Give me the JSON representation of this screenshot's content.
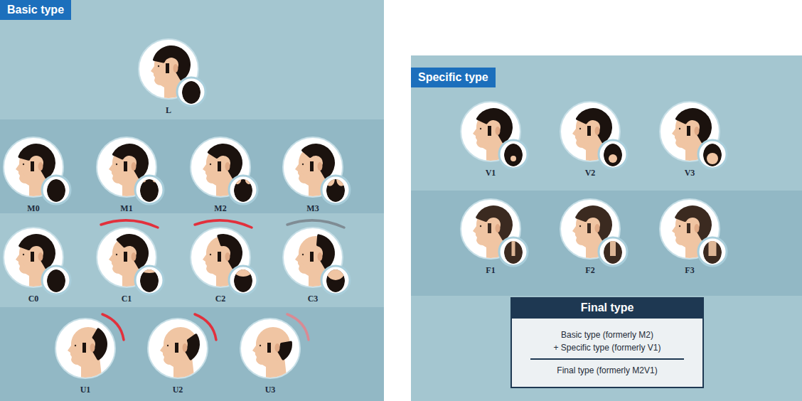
{
  "diagram": {
    "nodes": [
      {
        "text": [
          "Basic type"
        ]
      },
      {
        "text": [
          "L"
        ],
        "in": 0
      },
      {
        "text": [
          "M0"
        ],
        "in": 0
      },
      {
        "text": [
          "M1"
        ],
        "in": 0
      },
      {
        "text": [
          "M2"
        ],
        "in": 0
      },
      {
        "text": [
          "M3"
        ],
        "in": 0
      },
      {
        "text": [
          "C0"
        ],
        "in": 0
      },
      {
        "text": [
          "C1"
        ],
        "in": 0
      },
      {
        "text": [
          "C2"
        ],
        "in": 0
      },
      {
        "text": [
          "C3"
        ],
        "in": 0
      },
      {
        "text": [
          "U1"
        ],
        "in": 0
      },
      {
        "text": [
          "U2"
        ],
        "in": 0
      },
      {
        "text": [
          "U3"
        ],
        "in": 0
      },
      {
        "text": [
          "Specific type"
        ]
      },
      {
        "text": [
          "V1"
        ],
        "in": 13
      },
      {
        "text": [
          "V2"
        ],
        "in": 13
      },
      {
        "text": [
          "V3"
        ],
        "in": 13
      },
      {
        "text": [
          "F1"
        ],
        "in": 13
      },
      {
        "text": [
          "F2"
        ],
        "in": 13
      },
      {
        "text": [
          "F3"
        ],
        "in": 13
      },
      {
        "text": [
          "Final type",
          "Basic type (formerly M2)",
          "+ Specific type (formerly V1)",
          "Final type (formerly M2V1)"
        ],
        "in": 13
      }
    ]
  }
}
